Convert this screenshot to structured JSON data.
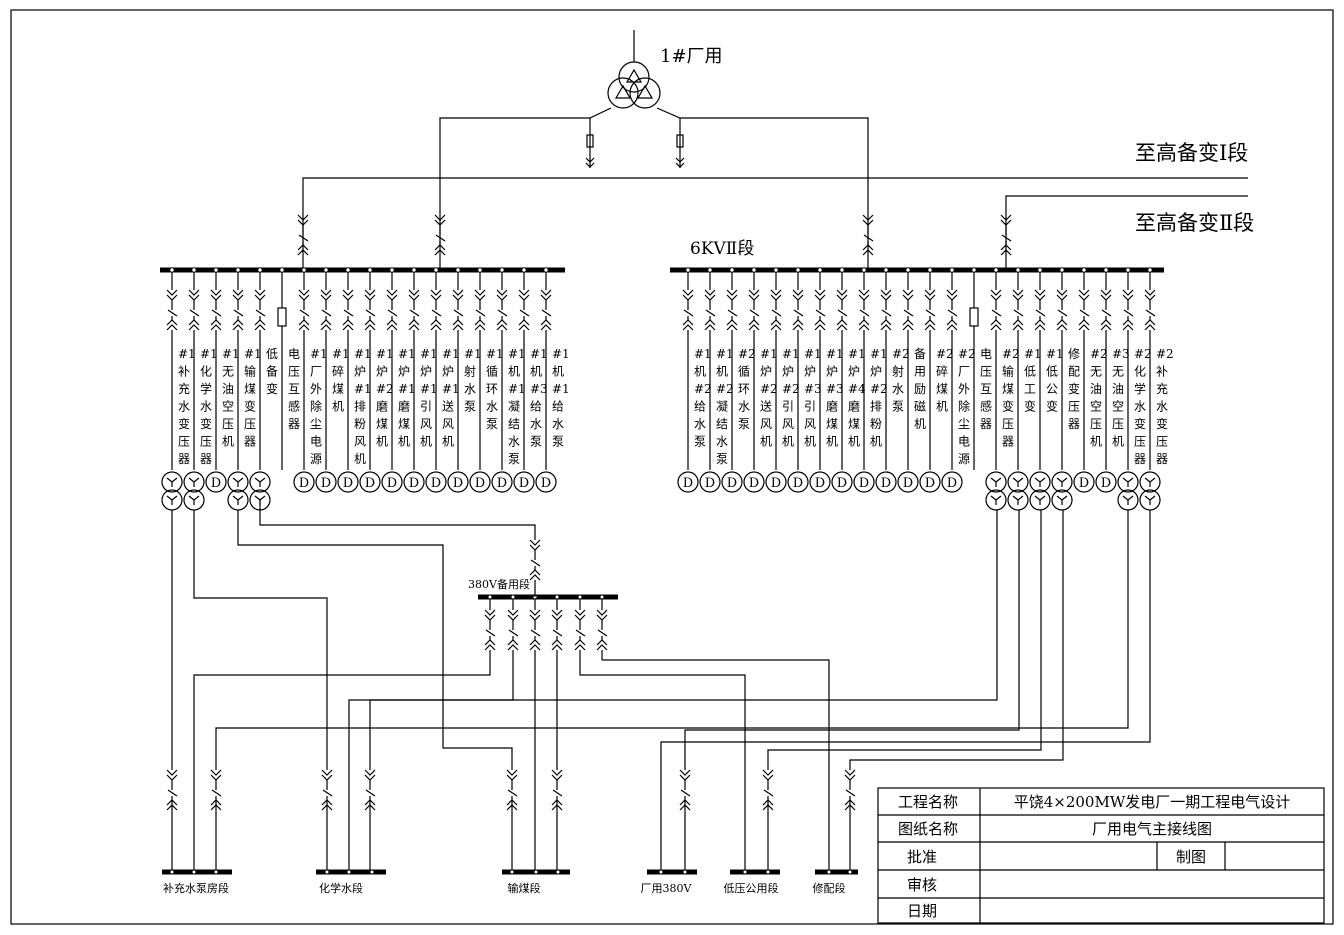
{
  "transformer_label": "1#厂用",
  "ext_labels": [
    "至高备变Ⅰ段",
    "至高备变Ⅱ段"
  ],
  "bus2_label": "6KVⅡ段",
  "standby_label": "380V备用段",
  "bus1_feeders": [
    {
      "label": "#1补充水变压器",
      "load": "T"
    },
    {
      "label": "#1化学水变压器",
      "load": "T"
    },
    {
      "label": "#1无油空压机",
      "load": "M"
    },
    {
      "label": "#1输煤变压器",
      "load": "T"
    },
    {
      "label": "低备变",
      "load": "T"
    },
    {
      "label": "电压互感器",
      "load": "F"
    },
    {
      "label": "#1厂外除尘电源",
      "load": "M"
    },
    {
      "label": "#1碎煤机",
      "load": "M"
    },
    {
      "label": "#1炉#1排粉风机",
      "load": "M"
    },
    {
      "label": "#1炉#2磨煤机",
      "load": "M"
    },
    {
      "label": "#1炉#1磨煤机",
      "load": "M"
    },
    {
      "label": "#1炉#1引风机",
      "load": "M"
    },
    {
      "label": "#1炉#1送风机",
      "load": "M"
    },
    {
      "label": "#1射水泵",
      "load": "M"
    },
    {
      "label": "#1循环水泵",
      "load": "M"
    },
    {
      "label": "#1机#1凝结水泵",
      "load": "M"
    },
    {
      "label": "#1机#3给水泵",
      "load": "M"
    },
    {
      "label": "#1机#1给水泵",
      "load": "M"
    }
  ],
  "bus2_feeders": [
    {
      "label": "#1机#2给水泵",
      "load": "M"
    },
    {
      "label": "#1机#2凝结水泵",
      "load": "M"
    },
    {
      "label": "#2循环水泵",
      "load": "M"
    },
    {
      "label": "#1炉#2送风机",
      "load": "M"
    },
    {
      "label": "#1炉#2引风机",
      "load": "M"
    },
    {
      "label": "#1炉#3引风机",
      "load": "M"
    },
    {
      "label": "#1炉#3磨煤机",
      "load": "M"
    },
    {
      "label": "#1炉#4磨煤机",
      "load": "M"
    },
    {
      "label": "#1炉#2排粉机",
      "load": "M"
    },
    {
      "label": "#2射水泵",
      "load": "M"
    },
    {
      "label": "备用励磁机",
      "load": "M"
    },
    {
      "label": "#2碎煤机",
      "load": "M"
    },
    {
      "label": "#2厂外除尘电源",
      "load": "M"
    },
    {
      "label": "电压互感器",
      "load": "F"
    },
    {
      "label": "#2输煤变压器",
      "load": "T"
    },
    {
      "label": "#1低工变",
      "load": "T"
    },
    {
      "label": "#1低公变",
      "load": "T"
    },
    {
      "label": "修配变压器",
      "load": "T"
    },
    {
      "label": "#2无油空压机",
      "load": "M"
    },
    {
      "label": "#3无油空压机",
      "load": "M"
    },
    {
      "label": "#2化学水变压器",
      "load": "T"
    },
    {
      "label": "#2补充水变压器",
      "load": "T"
    }
  ],
  "lv_buses": [
    "补充水泵房段",
    "化学水段",
    "输煤段",
    "厂用380V",
    "低压公用段",
    "修配段"
  ],
  "title_block": {
    "r1": [
      "工程名称",
      "平饶4×200MW发电厂一期工程电气设计"
    ],
    "r2": [
      "图纸名称",
      "厂用电气主接线图"
    ],
    "r3": [
      "批准",
      "",
      "制图",
      ""
    ],
    "r4": [
      "审核",
      ""
    ],
    "r5": [
      "日期",
      ""
    ]
  }
}
